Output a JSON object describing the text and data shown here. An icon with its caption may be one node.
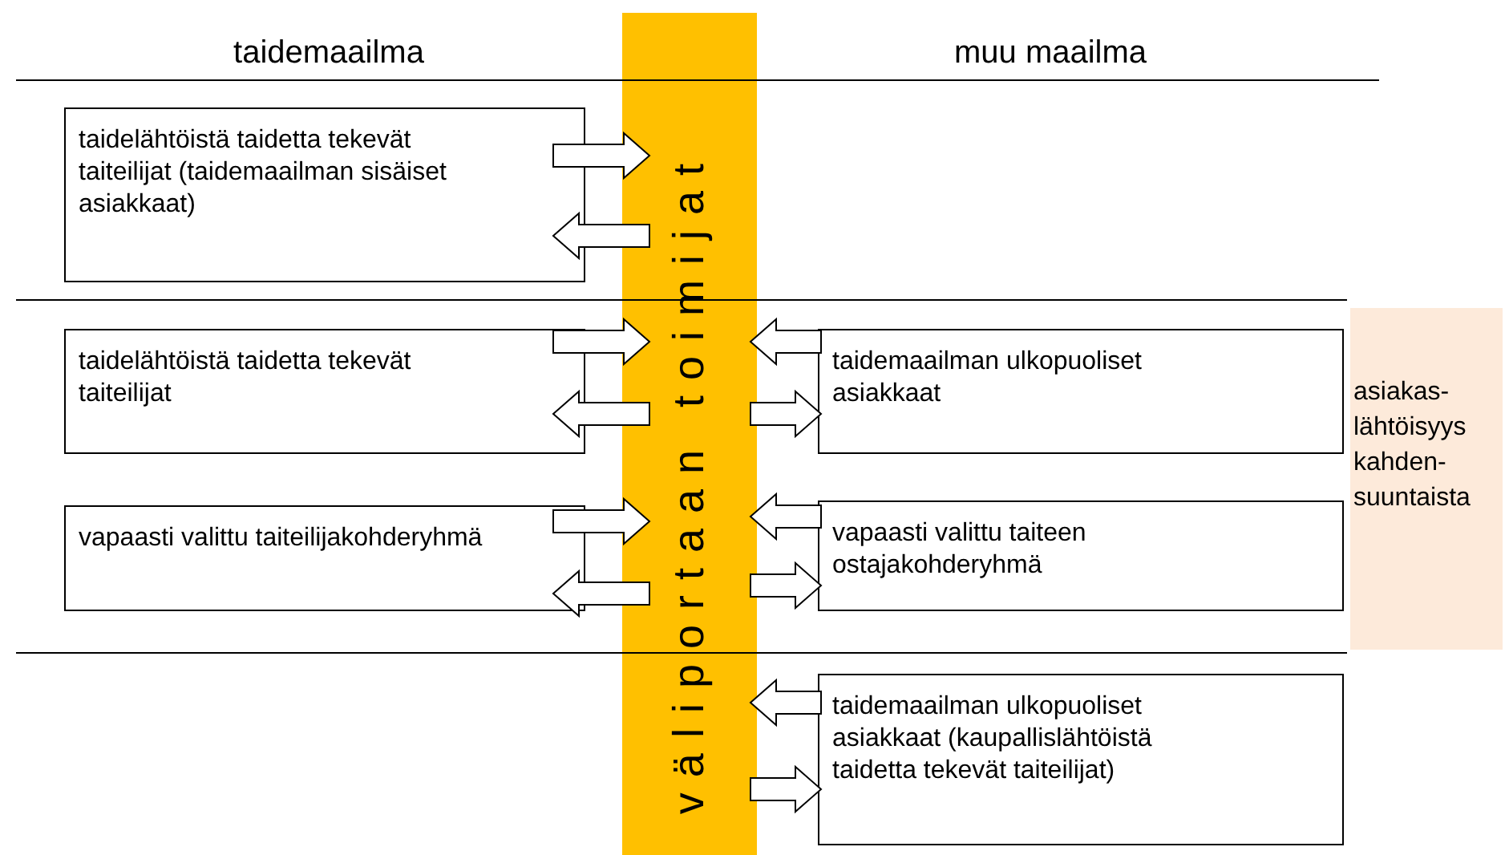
{
  "diagram": {
    "nodes": [
      {
        "text": [
          "väliportaan toimijat"
        ]
      },
      {
        "text": [
          "taidelähtöistä taidetta tekevät taiteilijat (taidemaailman sisäiset asiakkaat)"
        ]
      },
      {
        "text": [
          "taidelähtöistä taidetta tekevät taiteilijat"
        ]
      },
      {
        "text": [
          "vapaasti valittu taiteilijakohderyhmä"
        ]
      },
      {
        "text": [
          "taidemaailman ulkopuoliset asiakkaat"
        ]
      },
      {
        "text": [
          "vapaasti valittu taiteen ostajakohderyhmä"
        ]
      },
      {
        "text": [
          "taidemaailman ulkopuoliset asiakkaat (kaupallislähtöistä taidetta tekevät taiteilijat)"
        ]
      },
      {
        "text": [
          "asiakas- lähtöisyys kahden- suuntaista"
        ]
      }
    ],
    "edges": [
      {
        "from": 1,
        "to": 0,
        "arrow": "to"
      },
      {
        "from": 0,
        "to": 1,
        "arrow": "to"
      },
      {
        "from": 2,
        "to": 0,
        "arrow": "to"
      },
      {
        "from": 0,
        "to": 2,
        "arrow": "to"
      },
      {
        "from": 4,
        "to": 0,
        "arrow": "to"
      },
      {
        "from": 0,
        "to": 4,
        "arrow": "to"
      },
      {
        "from": 3,
        "to": 0,
        "arrow": "to"
      },
      {
        "from": 0,
        "to": 3,
        "arrow": "to"
      },
      {
        "from": 5,
        "to": 0,
        "arrow": "to"
      },
      {
        "from": 0,
        "to": 5,
        "arrow": "to"
      },
      {
        "from": 6,
        "to": 0,
        "arrow": "to"
      },
      {
        "from": 0,
        "to": 6,
        "arrow": "to"
      }
    ],
    "labels": [
      "taidemaailma",
      "muu maailma"
    ]
  }
}
